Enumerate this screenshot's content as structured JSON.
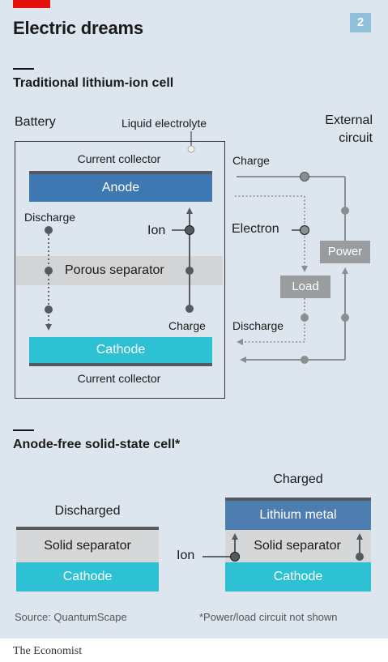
{
  "header": {
    "title": "Electric dreams",
    "badge": "2"
  },
  "section1": {
    "title": "Traditional lithium-ion cell",
    "battery_label": "Battery",
    "liquid_label": "Liquid electrolyte",
    "external_label_1": "External",
    "external_label_2": "circuit",
    "current_collector_top": "Current collector",
    "anode": "Anode",
    "discharge_left": "Discharge",
    "ion": "Ion",
    "porous_separator": "Porous separator",
    "charge_inner": "Charge",
    "cathode": "Cathode",
    "current_collector_bottom": "Current collector",
    "charge_outer": "Charge",
    "electron": "Electron",
    "power": "Power",
    "load": "Load",
    "discharge_outer": "Discharge"
  },
  "section2": {
    "title": "Anode-free solid-state cell*",
    "discharged": "Discharged",
    "charged": "Charged",
    "solid_separator_left": "Solid separator",
    "cathode_left": "Cathode",
    "lithium_metal": "Lithium metal",
    "ion": "Ion",
    "solid_separator_right": "Solid separator",
    "cathode_right": "Cathode"
  },
  "footer": {
    "source": "Source: QuantumScape",
    "note": "*Power/load circuit not shown",
    "brand": "The Economist"
  },
  "colors": {
    "panel": "#dde6ee",
    "anode_blue": "#3e78b2",
    "cathode_cyan": "#2ec1d3",
    "lithium_blue": "#4e7db0",
    "separator_grey": "#d3d4d5",
    "wire_grey": "#9a9d9f",
    "economist_red": "#e3120b"
  }
}
